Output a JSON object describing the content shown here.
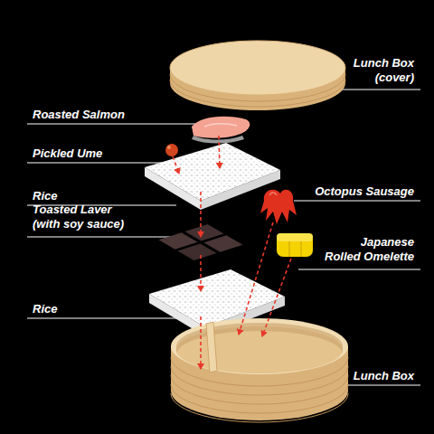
{
  "diagram": {
    "labels": [
      "Lunch Box (cover)",
      "Roasted Salmon",
      "Pickled Ume",
      "Rice",
      "Octopus Sausage",
      "Toasted Laver (with soy sauce)",
      "Japanese Rolled Omelette",
      "Rice",
      "Lunch Box"
    ]
  }
}
